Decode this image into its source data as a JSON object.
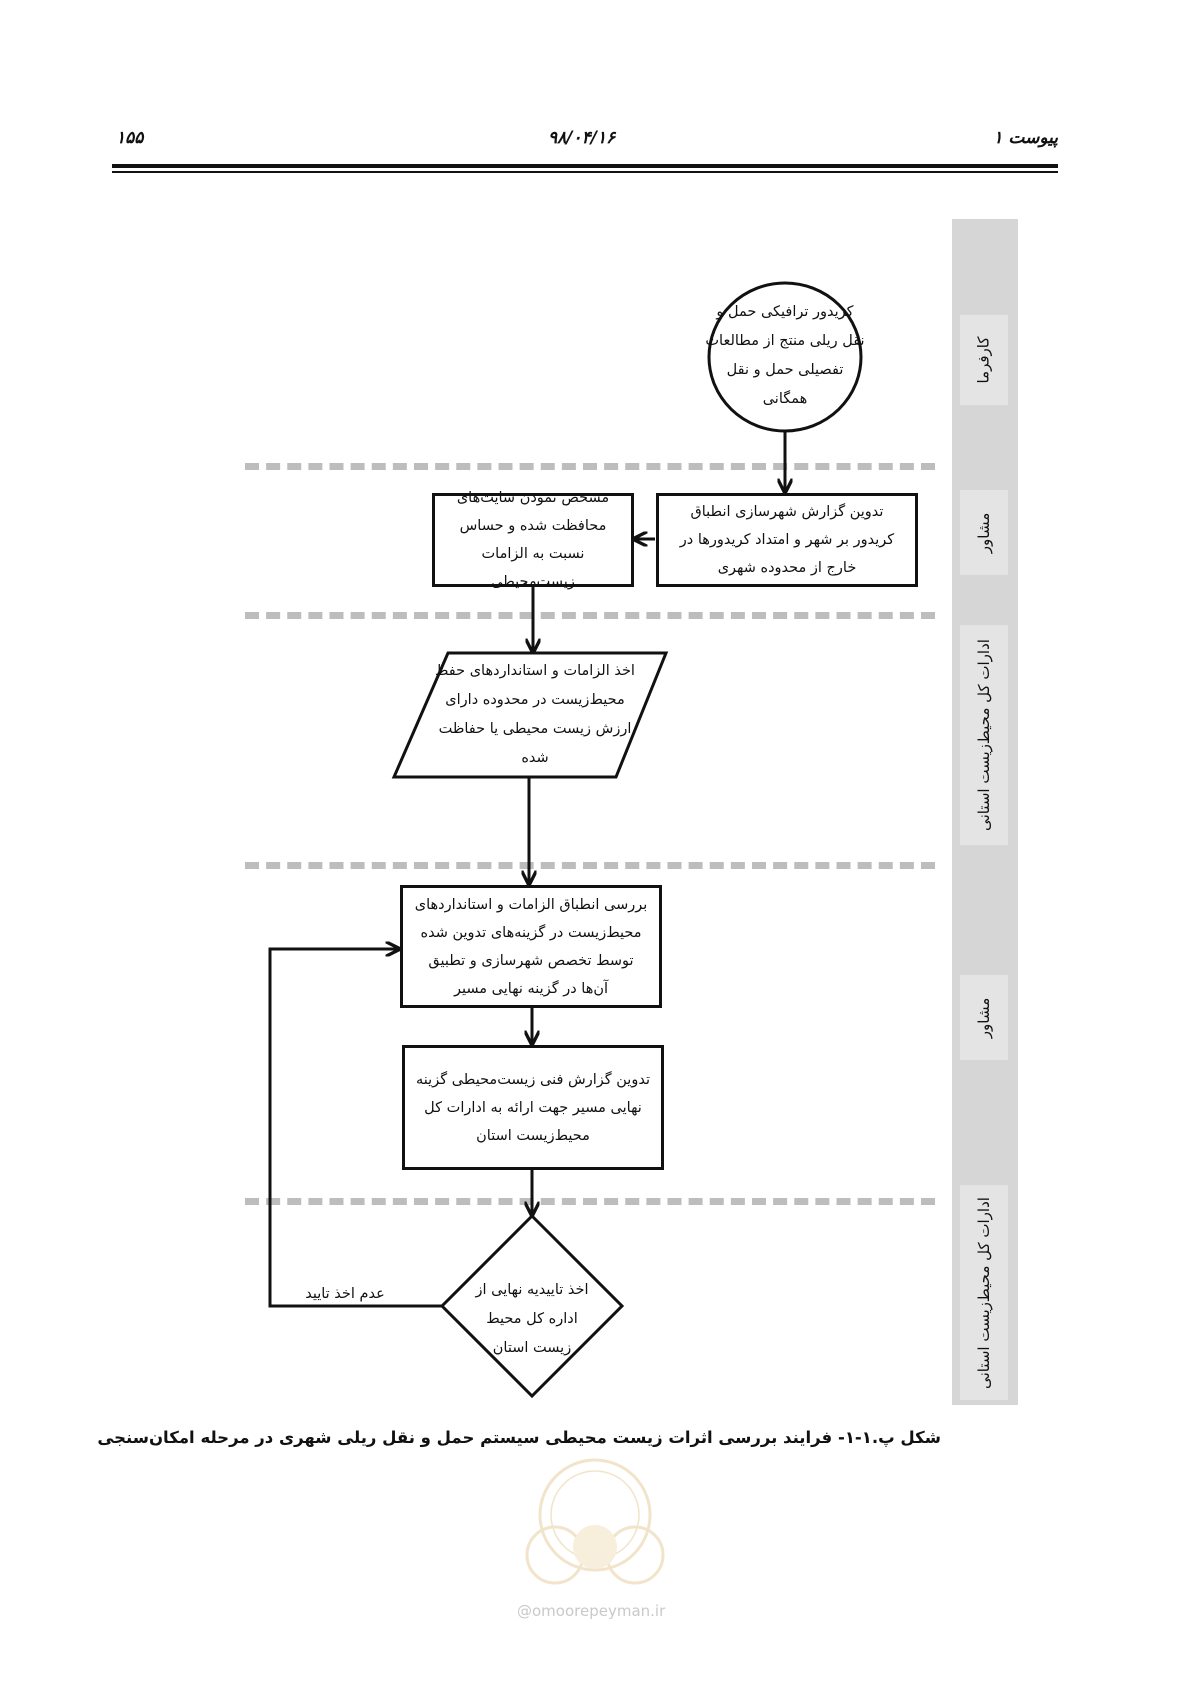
{
  "header": {
    "right_text": "پیوست ۱",
    "center_text": "۹۸/۰۴/۱۶",
    "page_number": "۱۵۵"
  },
  "lanes": [
    {
      "label": "کارفرما"
    },
    {
      "label": "مشاور"
    },
    {
      "label": "ادارات کل محیط‌زیست استانی"
    },
    {
      "label": "مشاور"
    },
    {
      "label": "ادارات کل محیط‌زیست استانی"
    }
  ],
  "nodes": {
    "start": "کریدور ترافیکی حمل و نقل ریلی منتج از مطالعات تفصیلی حمل و نقل همگانی",
    "report_urban": "تدوین گزارش شهرسازی انطباق کریدور بر شهر و امتداد کریدورها در خارج از محدوده شهری",
    "identify_sites": "مشخص نمودن سایت‌های محافظت شده و حساس نسبت به الزامات زیست‌محیطی",
    "get_standards": "اخذ الزامات و استانداردهای حفظ محیط‌زیست در محدوده دارای ارزش زیست محیطی یا حفاظت شده",
    "review_compliance": "بررسی انطباق الزامات و استانداردهای محیط‌زیست در گزینه‌های تدوین شده توسط تخصص شهرسازی و تطبیق آن‌ها در گزینه نهایی مسیر",
    "tech_report": "تدوین گزارش فنی زیست‌محیطی گزینه نهایی مسیر جهت ارائه به ادارات کل محیط‌زیست استان",
    "final_approval": "اخذ تاییدیه نهایی از اداره کل محیط زیست استان"
  },
  "edge_labels": {
    "rejected": "عدم اخذ تایید"
  },
  "caption": "شکل پ.۱-۱- فرایند بررسی اثرات زیست محیطی سیستم حمل و نقل ریلی شهری در مرحله امکان‌سنجی",
  "watermark": {
    "text": "@omoorepeyman.ir"
  }
}
